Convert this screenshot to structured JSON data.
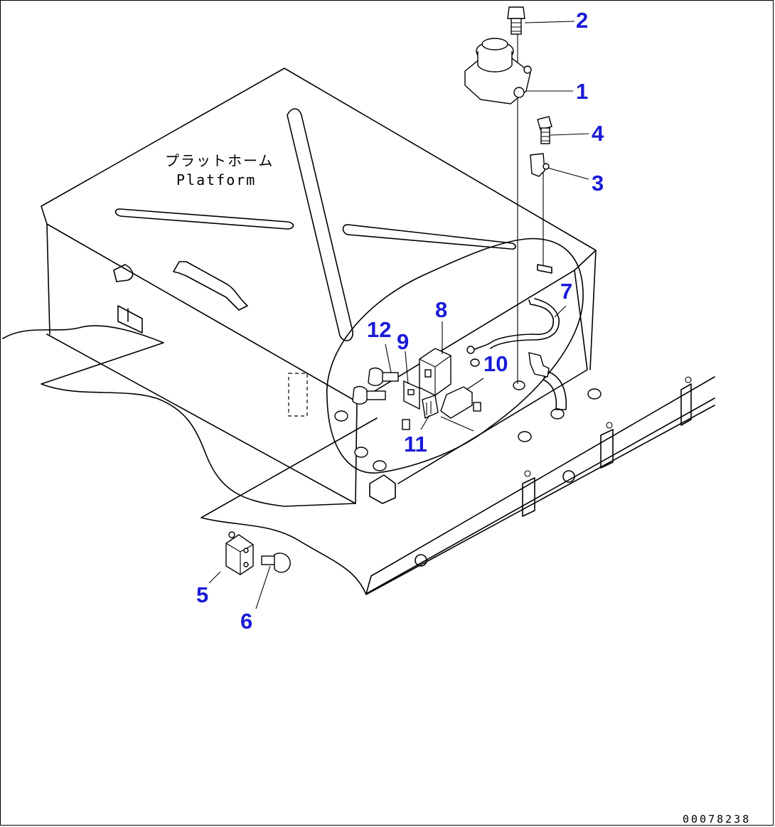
{
  "diagram": {
    "platform_label_jp": "プラットホーム",
    "platform_label_en": "Platform",
    "drawing_code": "00078238",
    "callouts": [
      {
        "id": "callout-1",
        "text": "1"
      },
      {
        "id": "callout-2",
        "text": "2"
      },
      {
        "id": "callout-3",
        "text": "3"
      },
      {
        "id": "callout-4",
        "text": "4"
      },
      {
        "id": "callout-5",
        "text": "5"
      },
      {
        "id": "callout-6",
        "text": "6"
      },
      {
        "id": "callout-7",
        "text": "7"
      },
      {
        "id": "callout-8",
        "text": "8"
      },
      {
        "id": "callout-9",
        "text": "9"
      },
      {
        "id": "callout-10",
        "text": "10"
      },
      {
        "id": "callout-11",
        "text": "11"
      },
      {
        "id": "callout-12",
        "text": "12"
      }
    ],
    "callout_color": "#1a1ad6"
  }
}
